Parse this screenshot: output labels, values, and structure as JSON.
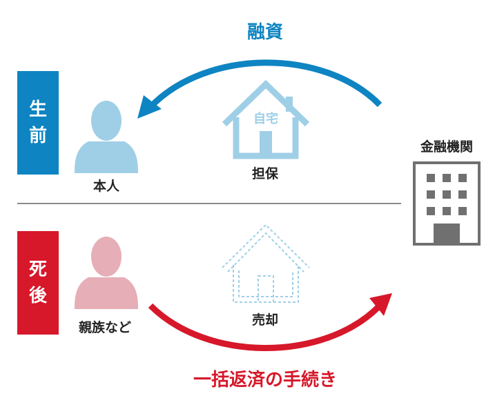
{
  "colors": {
    "blue": "#0e84c2",
    "light_blue": "#9fcfe6",
    "red": "#d6182a",
    "pink": "#e6aeb7",
    "gray": "#707070"
  },
  "before": {
    "tab_chars": [
      "生",
      "前"
    ],
    "person_label": "本人",
    "house_text": "自宅",
    "house_label": "担保",
    "arrow_label": "融資"
  },
  "after": {
    "tab_chars": [
      "死",
      "後"
    ],
    "person_label": "親族など",
    "house_label": "売却",
    "arrow_label": "一括返済の手続き"
  },
  "bank": {
    "label": "金融機関"
  },
  "icons": {
    "person": "person-icon",
    "house": "house-icon",
    "building": "building-icon"
  }
}
